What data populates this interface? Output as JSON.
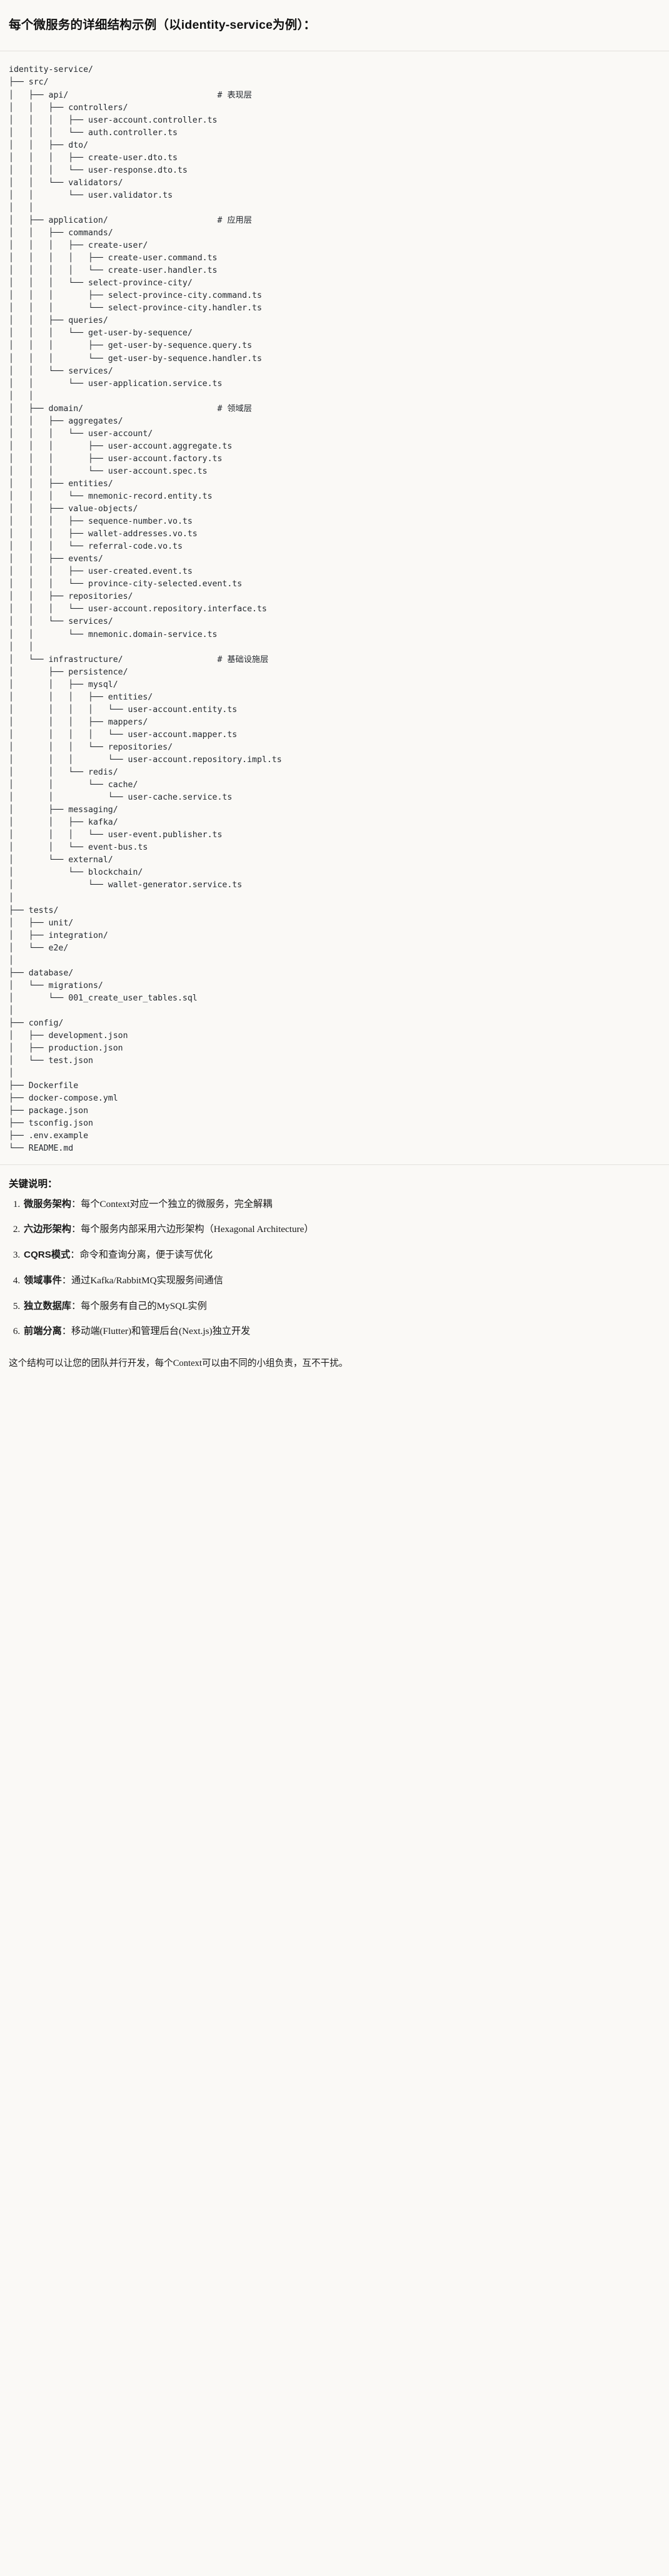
{
  "header": {
    "title": "每个微服务的详细结构示例（以identity-service为例）："
  },
  "tree": {
    "root_label": "identity-service/",
    "text": "identity-service/\n├── src/\n│   ├── api/                              # 表现层\n│   │   ├── controllers/\n│   │   │   ├── user-account.controller.ts\n│   │   │   └── auth.controller.ts\n│   │   ├── dto/\n│   │   │   ├── create-user.dto.ts\n│   │   │   └── user-response.dto.ts\n│   │   └── validators/\n│   │       └── user.validator.ts\n│   │\n│   ├── application/                      # 应用层\n│   │   ├── commands/\n│   │   │   ├── create-user/\n│   │   │   │   ├── create-user.command.ts\n│   │   │   │   └── create-user.handler.ts\n│   │   │   └── select-province-city/\n│   │   │       ├── select-province-city.command.ts\n│   │   │       └── select-province-city.handler.ts\n│   │   ├── queries/\n│   │   │   └── get-user-by-sequence/\n│   │   │       ├── get-user-by-sequence.query.ts\n│   │   │       └── get-user-by-sequence.handler.ts\n│   │   └── services/\n│   │       └── user-application.service.ts\n│   │\n│   ├── domain/                           # 领域层\n│   │   ├── aggregates/\n│   │   │   └── user-account/\n│   │   │       ├── user-account.aggregate.ts\n│   │   │       ├── user-account.factory.ts\n│   │   │       └── user-account.spec.ts\n│   │   ├── entities/\n│   │   │   └── mnemonic-record.entity.ts\n│   │   ├── value-objects/\n│   │   │   ├── sequence-number.vo.ts\n│   │   │   ├── wallet-addresses.vo.ts\n│   │   │   └── referral-code.vo.ts\n│   │   ├── events/\n│   │   │   ├── user-created.event.ts\n│   │   │   └── province-city-selected.event.ts\n│   │   ├── repositories/\n│   │   │   └── user-account.repository.interface.ts\n│   │   └── services/\n│   │       └── mnemonic.domain-service.ts\n│   │\n│   └── infrastructure/                   # 基础设施层\n│       ├── persistence/\n│       │   ├── mysql/\n│       │   │   ├── entities/\n│       │   │   │   └── user-account.entity.ts\n│       │   │   ├── mappers/\n│       │   │   │   └── user-account.mapper.ts\n│       │   │   └── repositories/\n│       │   │       └── user-account.repository.impl.ts\n│       │   └── redis/\n│       │       └── cache/\n│       │           └── user-cache.service.ts\n│       ├── messaging/\n│       │   ├── kafka/\n│       │   │   └── user-event.publisher.ts\n│       │   └── event-bus.ts\n│       └── external/\n│           └── blockchain/\n│               └── wallet-generator.service.ts\n│\n├── tests/\n│   ├── unit/\n│   ├── integration/\n│   └── e2e/\n│\n├── database/\n│   └── migrations/\n│       └── 001_create_user_tables.sql\n│\n├── config/\n│   ├── development.json\n│   ├── production.json\n│   └── test.json\n│\n├── Dockerfile\n├── docker-compose.yml\n├── package.json\n├── tsconfig.json\n├── .env.example\n└── README.md",
    "layer_comments": [
      {
        "path": "api/",
        "comment": "# 表现层"
      },
      {
        "path": "application/",
        "comment": "# 应用层"
      },
      {
        "path": "domain/",
        "comment": "# 领域层"
      },
      {
        "path": "infrastructure/",
        "comment": "# 基础设施层"
      }
    ]
  },
  "notes": {
    "title": "关键说明：",
    "items": [
      {
        "term": "微服务架构",
        "sep": "：",
        "desc": "每个Context对应一个独立的微服务，完全解耦"
      },
      {
        "term": "六边形架构",
        "sep": "：",
        "desc": "每个服务内部采用六边形架构（Hexagonal Architecture）"
      },
      {
        "term": "CQRS模式",
        "sep": "：",
        "desc": "命令和查询分离，便于读写优化"
      },
      {
        "term": "领域事件",
        "sep": "：",
        "desc": "通过Kafka/RabbitMQ实现服务间通信"
      },
      {
        "term": "独立数据库",
        "sep": "：",
        "desc": "每个服务有自己的MySQL实例"
      },
      {
        "term": "前端分离",
        "sep": "：",
        "desc": "移动端(Flutter)和管理后台(Next.js)独立开发"
      }
    ]
  },
  "closing": {
    "text": "这个结构可以让您的团队并行开发，每个Context可以由不同的小组负责，互不干扰。"
  },
  "colors": {
    "background": "#faf9f6",
    "text": "#1a1a1a",
    "code_text": "#24292f",
    "rule": "#e3e1dc"
  }
}
